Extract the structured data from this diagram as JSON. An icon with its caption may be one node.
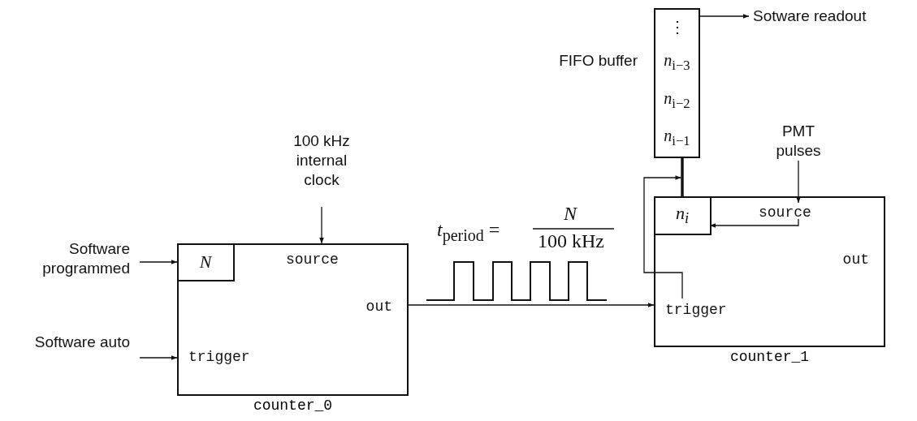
{
  "diagram": {
    "nodes": [
      {
        "text": [
          "Software programmed"
        ]
      },
      {
        "text": [
          "Software auto"
        ]
      },
      {
        "text": [
          "100 kHz internal clock"
        ]
      },
      {
        "text": [
          "source",
          "out",
          "trigger"
        ],
        "beside": [
          "counter_0"
        ]
      },
      {
        "text": [
          "N"
        ],
        "in": 3
      },
      {
        "text": [
          "⋮",
          "*n*$_{i−3}$",
          "*n*$_{i−2}$",
          "*n*$_{i−1}$"
        ],
        "beside": [
          "FIFO buffer"
        ]
      },
      {
        "text": [
          "Sotware readout"
        ]
      },
      {
        "text": [
          "PMT pulses"
        ]
      },
      {
        "text": [
          "out"
        ],
        "beside": [
          "counter_1"
        ]
      },
      {
        "text": [
          "*n*$_{i}$"
        ],
        "in": 8
      },
      {
        "text": [
          "source"
        ],
        "in": 8
      },
      {
        "text": [
          "trigger"
        ],
        "in": 8
      }
    ],
    "edges": [
      {
        "from": 0,
        "to": 4,
        "arrow": "to"
      },
      {
        "from": 1,
        "to": 3,
        "arrow": "to"
      },
      {
        "from": 2,
        "to": 3,
        "arrow": "to"
      },
      {
        "from": 3,
        "to": 8,
        "arrow": "to"
      },
      {
        "from": 5,
        "to": 9,
        "arrow": "none",
        "style": "thick"
      },
      {
        "from": 5,
        "to": 6,
        "arrow": "to"
      },
      {
        "from": 7,
        "to": 10,
        "arrow": "to"
      },
      {
        "from": 10,
        "to": 9,
        "arrow": "to"
      },
      {
        "from": 11,
        "to": 9,
        "arrow": "to"
      }
    ],
    "labels": [
      "*t*$_{period}$ =",
      "*N*",
      "100 kHz"
    ]
  }
}
